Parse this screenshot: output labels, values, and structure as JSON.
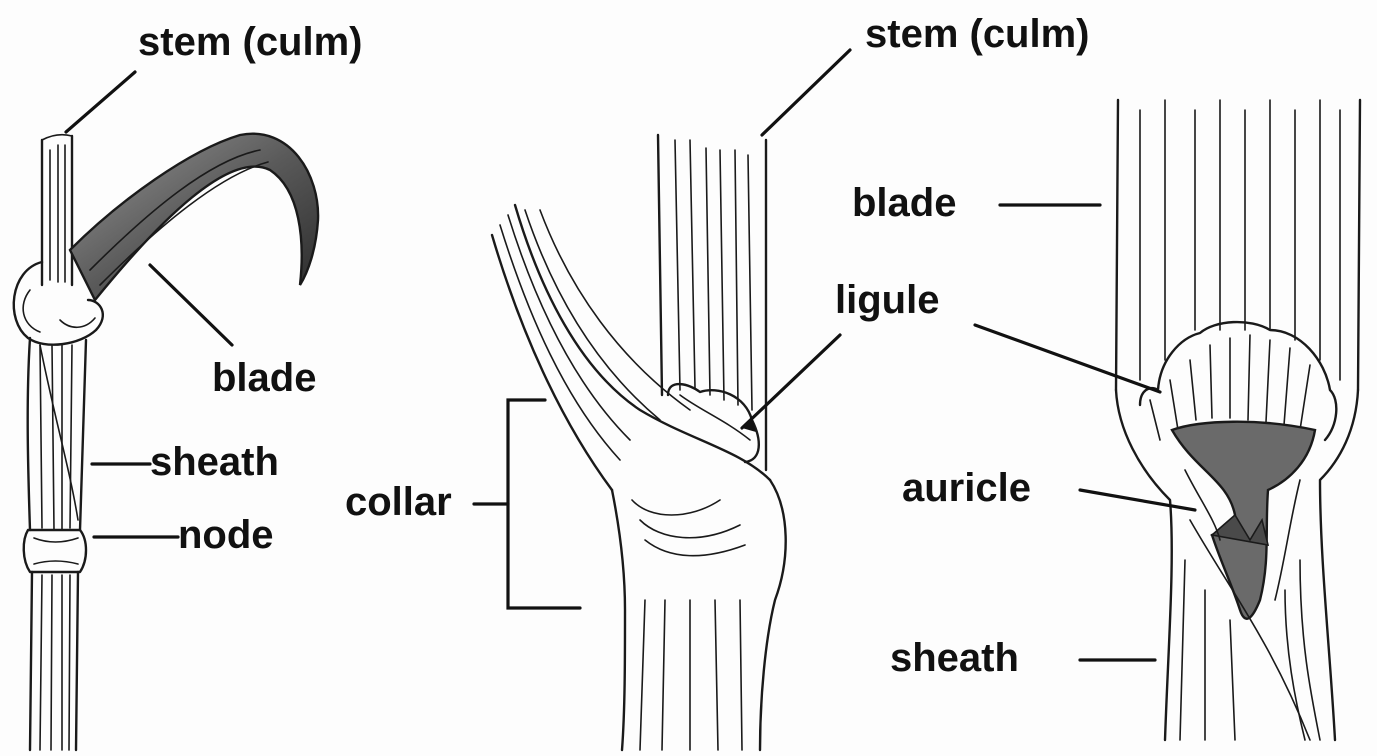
{
  "labels": {
    "left_stem": "stem (culm)",
    "left_blade": "blade",
    "left_sheath": "sheath",
    "left_node": "node",
    "collar": "collar",
    "mid_stem": "stem (culm)",
    "right_blade": "blade",
    "ligule": "ligule",
    "auricle": "auricle",
    "right_sheath": "sheath"
  },
  "colors": {
    "ink": "#1a1a1a",
    "shading": "#555555",
    "dark_fill": "#6a6a6a",
    "background": "#fdfdfd"
  }
}
